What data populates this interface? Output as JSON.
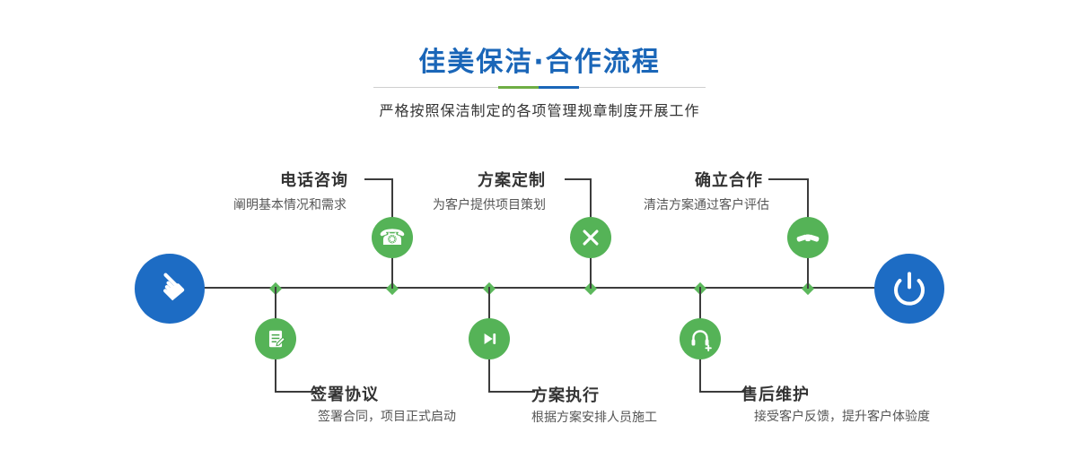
{
  "header": {
    "title": "佳美保洁·合作流程",
    "subtitle": "严格按照保洁制定的各项管理规章制度开展工作"
  },
  "colors": {
    "accent_blue": "#1a66b8",
    "node_blue": "#1d6cc4",
    "step_green": "#55b357",
    "diamond_green": "#5cb85c",
    "divider_green": "#6fae44",
    "line_dark": "#3c3c3c"
  },
  "endpoints": {
    "start_icon": "pointing-hand-icon",
    "end_icon": "power-icon"
  },
  "steps_top": [
    {
      "title": "电话咨询",
      "desc": "阐明基本情况和需求",
      "icon": "phone-icon"
    },
    {
      "title": "方案定制",
      "desc": "为客户提供项目策划",
      "icon": "design-tools-icon"
    },
    {
      "title": "确立合作",
      "desc": "清洁方案通过客户评估",
      "icon": "handshake-icon"
    }
  ],
  "steps_bottom": [
    {
      "title": "签署协议",
      "desc": "签署合同，项目正式启动",
      "icon": "contract-icon"
    },
    {
      "title": "方案执行",
      "desc": "根据方案安排人员施工",
      "icon": "play-next-icon"
    },
    {
      "title": "售后维护",
      "desc": "接受客户反馈，提升客户体验度",
      "icon": "headset-icon"
    }
  ]
}
